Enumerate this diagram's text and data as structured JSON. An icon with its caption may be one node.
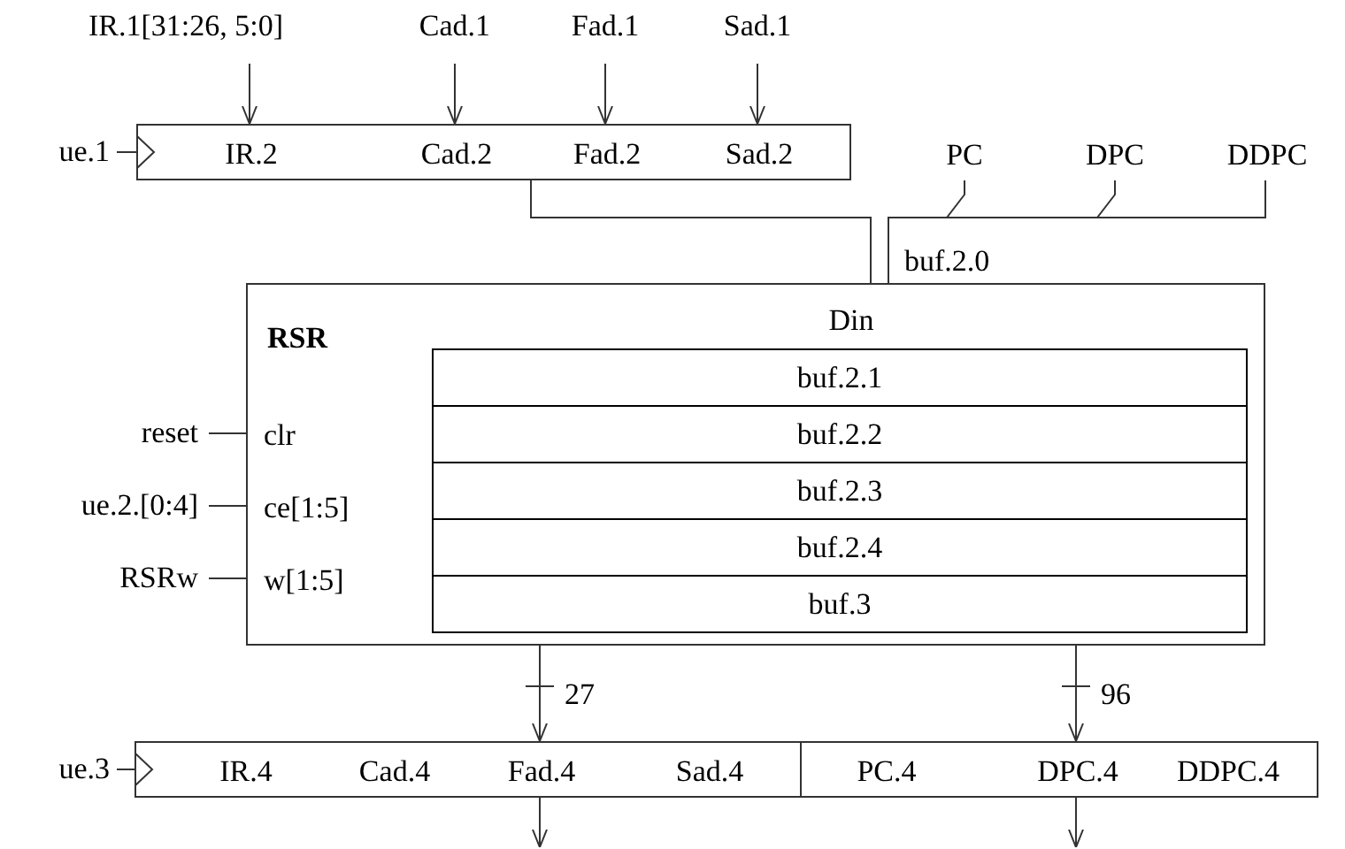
{
  "diagram": {
    "nodes": [
      {
        "text": [
          "IR.1[31:26, 5:0]"
        ]
      },
      {
        "text": [
          "Cad.1"
        ]
      },
      {
        "text": [
          "Fad.1"
        ]
      },
      {
        "text": [
          "Sad.1"
        ]
      },
      {
        "text": [
          "ue.1"
        ]
      },
      {
        "text": [
          "IR.2",
          "Cad.2",
          "Fad.2",
          "Sad.2"
        ]
      },
      {
        "text": [
          "PC"
        ]
      },
      {
        "text": [
          "DPC"
        ]
      },
      {
        "text": [
          "DDPC"
        ]
      },
      {
        "text": [
          "RSR",
          "Din",
          "clr",
          "ce[1:5]",
          "w[1:5]"
        ]
      },
      {
        "text": [
          "buf.2.1"
        ],
        "in": 9
      },
      {
        "text": [
          "buf.2.2"
        ],
        "in": 9
      },
      {
        "text": [
          "buf.2.3"
        ],
        "in": 9
      },
      {
        "text": [
          "buf.2.4"
        ],
        "in": 9
      },
      {
        "text": [
          "buf.3"
        ],
        "in": 9
      },
      {
        "text": [
          "reset"
        ]
      },
      {
        "text": [
          "ue.2.[0:4]"
        ]
      },
      {
        "text": [
          "RSRw"
        ]
      },
      {
        "text": [
          "ue.3"
        ]
      },
      {
        "text": [
          "IR.4",
          "Cad.4",
          "Fad.4",
          "Sad.4"
        ]
      },
      {
        "text": [
          "PC.4",
          "DPC.4",
          "DDPC.4"
        ]
      }
    ],
    "edges": [
      {
        "from": 0,
        "to": 5,
        "arrow": "to"
      },
      {
        "from": 1,
        "to": 5,
        "arrow": "to"
      },
      {
        "from": 2,
        "to": 5,
        "arrow": "to"
      },
      {
        "from": 3,
        "to": 5,
        "arrow": "to"
      },
      {
        "from": 4,
        "to": 5,
        "arrow": "to"
      },
      {
        "from": 5,
        "to": 9,
        "arrow": "none"
      },
      {
        "from": 6,
        "to": 9,
        "arrow": "none"
      },
      {
        "from": 7,
        "to": 9,
        "arrow": "none"
      },
      {
        "from": 8,
        "to": 9,
        "arrow": "none"
      },
      {
        "from": 15,
        "to": 9,
        "arrow": "none"
      },
      {
        "from": 16,
        "to": 9,
        "arrow": "none"
      },
      {
        "from": 17,
        "to": 9,
        "arrow": "none"
      },
      {
        "from": 9,
        "to": 19,
        "arrow": "to",
        "label": "27"
      },
      {
        "from": 9,
        "to": 20,
        "arrow": "to",
        "label": "96"
      },
      {
        "from": 18,
        "to": 19,
        "arrow": "to"
      },
      {
        "from": 19,
        "to": null,
        "arrow": "to"
      },
      {
        "from": 20,
        "to": null,
        "arrow": "to"
      }
    ],
    "labels": [
      "buf.2.0"
    ]
  }
}
